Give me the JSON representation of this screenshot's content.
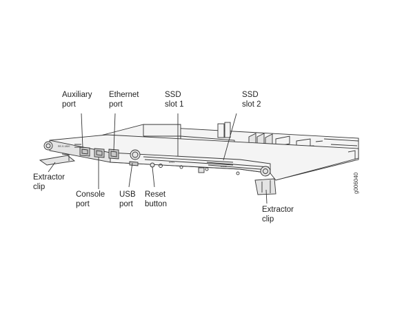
{
  "callouts": {
    "auxiliary_port": [
      "Auxiliary",
      "port"
    ],
    "ethernet_port": [
      "Ethernet",
      "port"
    ],
    "ssd_slot_1": [
      "SSD",
      "slot 1"
    ],
    "ssd_slot_2": [
      "SSD",
      "slot 2"
    ],
    "extractor_clip_left": [
      "Extractor",
      "clip"
    ],
    "console_port": [
      "Console",
      "port"
    ],
    "usb_port": [
      "USB",
      "port"
    ],
    "reset_button": [
      "Reset",
      "button"
    ],
    "extractor_clip_right": [
      "Extractor",
      "clip"
    ]
  },
  "figure_id": "g006040",
  "colors": {
    "line": "#333333",
    "fill_light": "#f2f2f2",
    "fill_mid": "#e2e2e2",
    "fill_dark": "#bdbdbd"
  }
}
